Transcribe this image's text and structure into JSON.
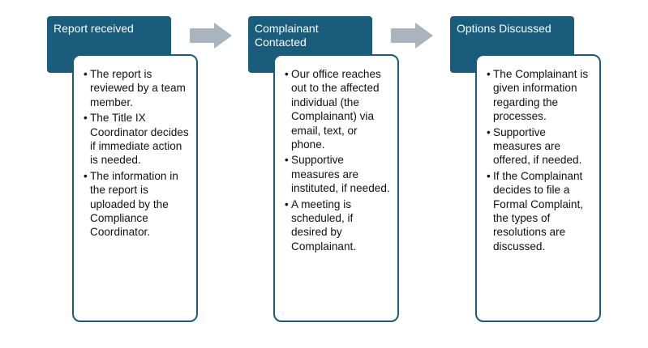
{
  "steps": [
    {
      "title": "Report received",
      "bullets": [
        "The report is reviewed by a team member.",
        "The Title IX Coordinator decides if immediate action is needed.",
        "The information in the report is uploaded by the Compliance Coordinator."
      ]
    },
    {
      "title": "Complainant Contacted",
      "bullets": [
        "Our office reaches out to the affected individual (the Complainant) via email, text, or phone.",
        "Supportive measures are instituted, if needed.",
        "A meeting is scheduled, if desired by Complainant."
      ]
    },
    {
      "title": "Options Discussed",
      "bullets": [
        "The Complainant is given information regarding the processes.",
        "Supportive measures are offered, if needed.",
        "If the Complainant decides to file a Formal Complaint, the types of resolutions are discussed."
      ]
    }
  ],
  "colors": {
    "header_fill": "#1a5c7c",
    "card_border": "#1a5c7c",
    "arrow_fill": "#a9b4bf"
  }
}
